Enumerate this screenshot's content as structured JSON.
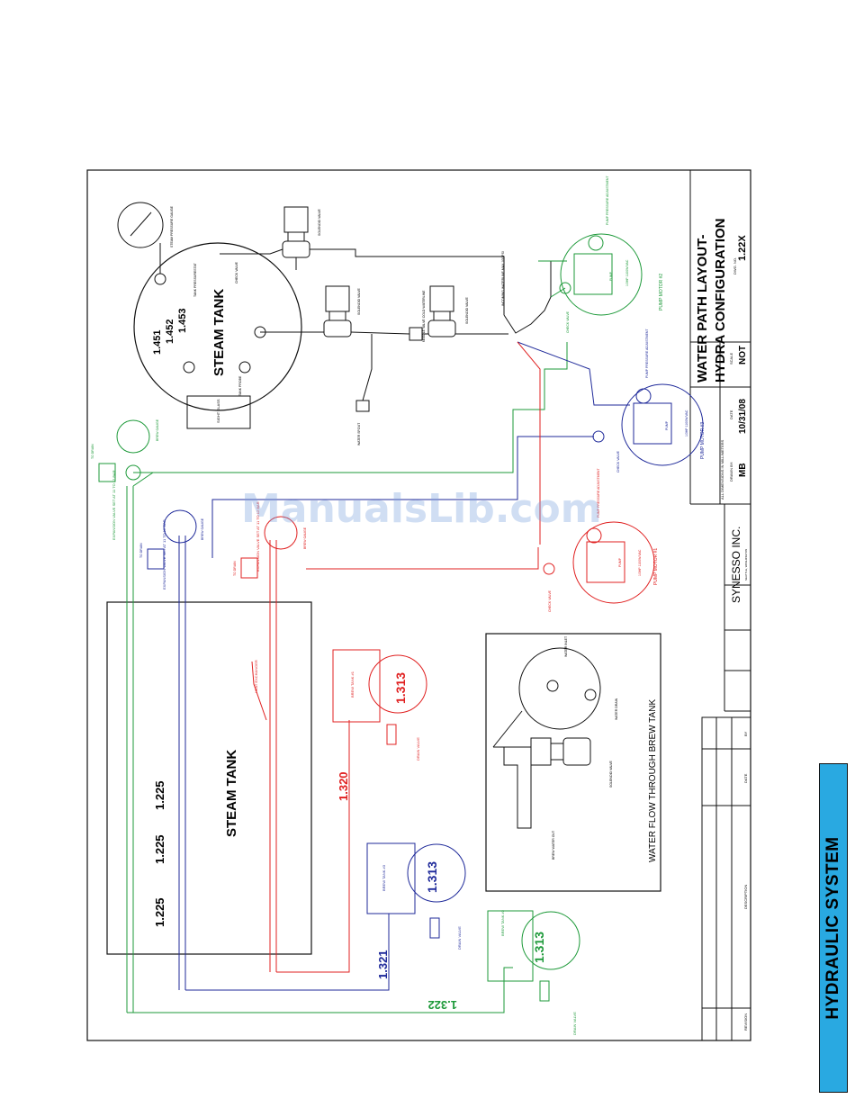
{
  "title_block": {
    "title_line1": "WATER PATH LAYOUT-",
    "title_line2": "HYDRA CONFIGURATION",
    "dwg_no_label": "DWG. NO.",
    "dwg_no": "1.22X",
    "scale_label": "SCALE",
    "scale": "NOT",
    "date_label": "DATE",
    "date": "10/31/08",
    "drawn_by_label": "DRAWN BY:",
    "drawn_by": "MB",
    "dimensions_note": "ALL DIMENSIONS IN MILLIMETERS",
    "company": "SYNESSO INC.",
    "company_sub": "SEATTLE, WASHINGTON"
  },
  "revision_block": {
    "revision": "REVISION",
    "description": "DESCRIPTION",
    "date": "DATE",
    "by": "BY"
  },
  "steam_tank_top": {
    "label": "STEAM TANK",
    "parts": [
      "1.451",
      "1.452",
      "1.453"
    ],
    "pressure_gauge": "STEAM PRESSURE GAUGE",
    "check_valve": "CHECK VALVE",
    "sight_glass": "SIGHT GLASS",
    "tank_pressurestat": "TANK PRESSURESTAT",
    "tank_probe": "TANK PROBE"
  },
  "steam_tank_bottom": {
    "label": "STEAM TANK",
    "parts": [
      "1.225",
      "1.225",
      "1.225"
    ],
    "heat_exchanger": "HEAT EXCHANGER"
  },
  "brew_tanks": [
    {
      "label": "BREW TANK #1",
      "part": "1.313",
      "drain": "DRAIN VALVE",
      "line_part": "1.320"
    },
    {
      "label": "BREW TANK #3",
      "part": "1.313",
      "drain": "DRAIN VALVE",
      "line_part": "1.321"
    },
    {
      "label": "BREW TANK #2",
      "part": "1.313",
      "drain": "DRAIN VALVE",
      "line_part": "1.322"
    }
  ],
  "pumps": [
    {
      "label": "PUMP MOTOR #1",
      "pump": "PUMP",
      "adjust": "PUMP PRESSURE ADJUSTMENT",
      "spec": "1/3HP 1100W/VAC",
      "check": "CHECK VALVE"
    },
    {
      "label": "PUMP MOTOR #2",
      "pump": "PUMP",
      "adjust": "PUMP PRESSURE ADJUSTMENT",
      "spec": "1/3HP 1100W/VAC",
      "check": "CHECK VALVE"
    },
    {
      "label": "PUMP MOTOR #3",
      "pump": "PUMP",
      "adjust": "PUMP PRESSURE ADJUSTMENT",
      "spec": "1/3HP 1100W/VAC",
      "check": "CHECK VALVE"
    }
  ],
  "expansion_valves": [
    {
      "label": "EXPANSION VALVE SET AT 11 TO 12 BAR",
      "gauge": "BREW GAUGE",
      "drain": "TO DRAIN"
    },
    {
      "label": "EXPANSION VALVE SET AT 11 TO 12 BAR",
      "gauge": "BREW GAUGE",
      "drain": "TO DRAIN"
    },
    {
      "label": "EXPANSION VALVE SET AT 11 TO 12 BAR",
      "gauge": "BREW GAUGE",
      "drain": "TO DRAIN"
    }
  ],
  "misc": {
    "solenoid_valve": "SOLENOID VALVE",
    "incoming_waterline": "INCOMING WATERLINE MAX 100 PSI",
    "needle_valve": "NEEDLE VALVE COLD WATERLINE",
    "water_spout": "WATER SPOUT"
  },
  "inset": {
    "title": "WATER FLOW THROUGH BREW TANK",
    "water_inlet": "WATER INLET",
    "water_drain": "WATER DRAIN",
    "solenoid": "SOLENOID VALVE",
    "brew_water_out": "BREW WATER OUT"
  },
  "section_tab": "HYDRAULIC SYSTEM",
  "watermark": "ManualsLib.com",
  "colors": {
    "red_circuit": "#e02020",
    "green_circuit": "#1e9a3a",
    "blue_circuit": "#1f2a9a",
    "tab_fill": "#29a9e1",
    "line": "#111111"
  }
}
